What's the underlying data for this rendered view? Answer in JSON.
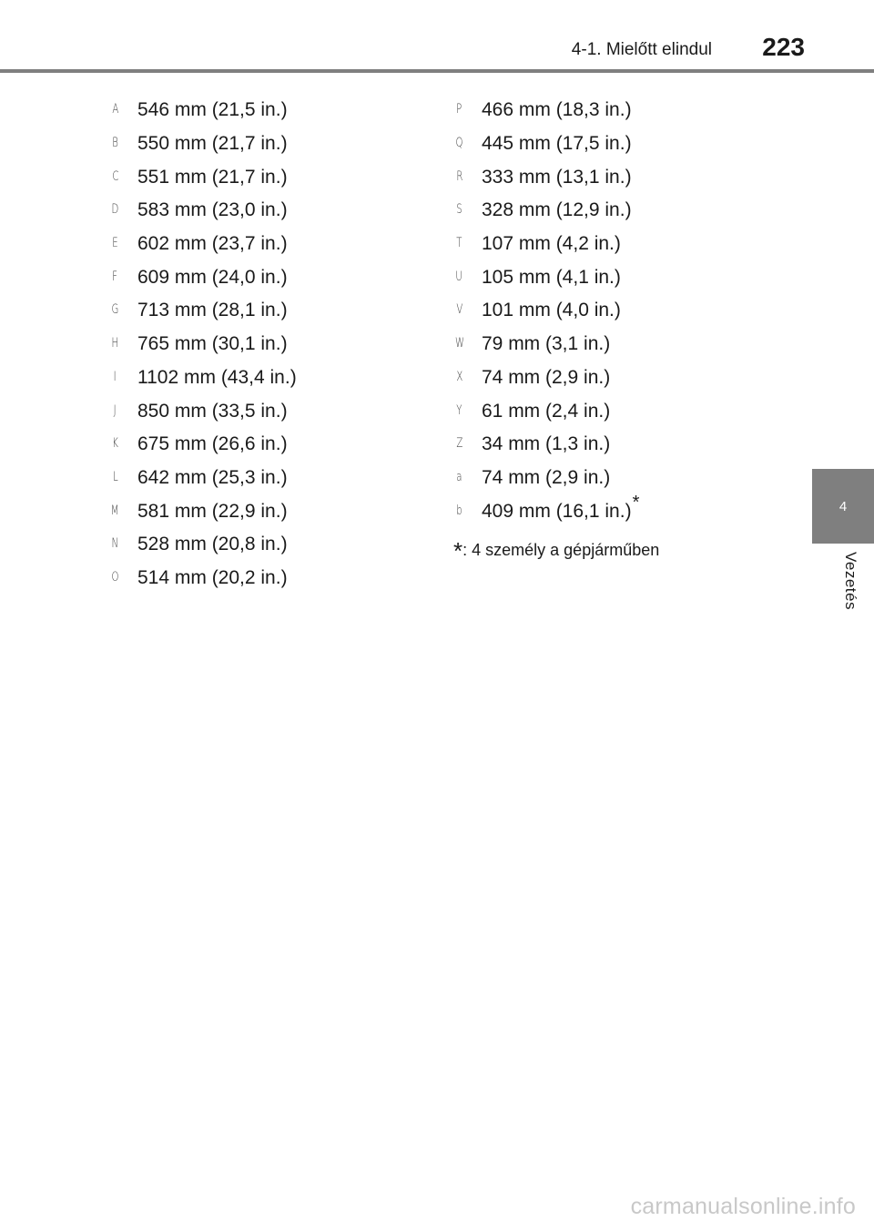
{
  "header": {
    "section": "4-1. Mielőtt elindul",
    "page_number": "223"
  },
  "side_tab": {
    "chapter": "4",
    "label": "Vezetés"
  },
  "left_items": [
    {
      "letter": "A",
      "text": "546 mm (21,5 in.)"
    },
    {
      "letter": "B",
      "text": "550 mm (21,7 in.)"
    },
    {
      "letter": "C",
      "text": "551 mm (21,7 in.)"
    },
    {
      "letter": "D",
      "text": "583 mm (23,0 in.)"
    },
    {
      "letter": "E",
      "text": "602 mm (23,7 in.)"
    },
    {
      "letter": "F",
      "text": "609 mm (24,0 in.)"
    },
    {
      "letter": "G",
      "text": "713 mm (28,1 in.)"
    },
    {
      "letter": "H",
      "text": "765 mm (30,1 in.)"
    },
    {
      "letter": "I",
      "text": "1102 mm (43,4 in.)"
    },
    {
      "letter": "J",
      "text": "850 mm (33,5 in.)"
    },
    {
      "letter": "K",
      "text": "675 mm (26,6 in.)"
    },
    {
      "letter": "L",
      "text": "642 mm (25,3 in.)"
    },
    {
      "letter": "M",
      "text": "581 mm (22,9 in.)"
    },
    {
      "letter": "N",
      "text": "528 mm (20,8 in.)"
    },
    {
      "letter": "O",
      "text": "514 mm (20,2 in.)"
    }
  ],
  "right_items": [
    {
      "letter": "P",
      "text": "466 mm (18,3 in.)"
    },
    {
      "letter": "Q",
      "text": "445 mm (17,5 in.)"
    },
    {
      "letter": "R",
      "text": "333 mm (13,1 in.)"
    },
    {
      "letter": "S",
      "text": "328 mm (12,9 in.)"
    },
    {
      "letter": "T",
      "text": "107 mm (4,2 in.)"
    },
    {
      "letter": "U",
      "text": "105 mm (4,1 in.)"
    },
    {
      "letter": "V",
      "text": "101 mm (4,0 in.)"
    },
    {
      "letter": "W",
      "text": "79 mm (3,1 in.)"
    },
    {
      "letter": "X",
      "text": "74 mm (2,9 in.)"
    },
    {
      "letter": "Y",
      "text": "61 mm (2,4 in.)"
    },
    {
      "letter": "Z",
      "text": "34 mm (1,3 in.)"
    },
    {
      "letter": "a",
      "text": "74 mm (2,9 in.)"
    },
    {
      "letter": "b",
      "text": "409 mm (16,1 in.)",
      "mark": "*"
    }
  ],
  "footnote": {
    "mark": "*",
    "text": ": 4 személy a gépjárműben"
  },
  "watermark": "carmanualsonline.info"
}
